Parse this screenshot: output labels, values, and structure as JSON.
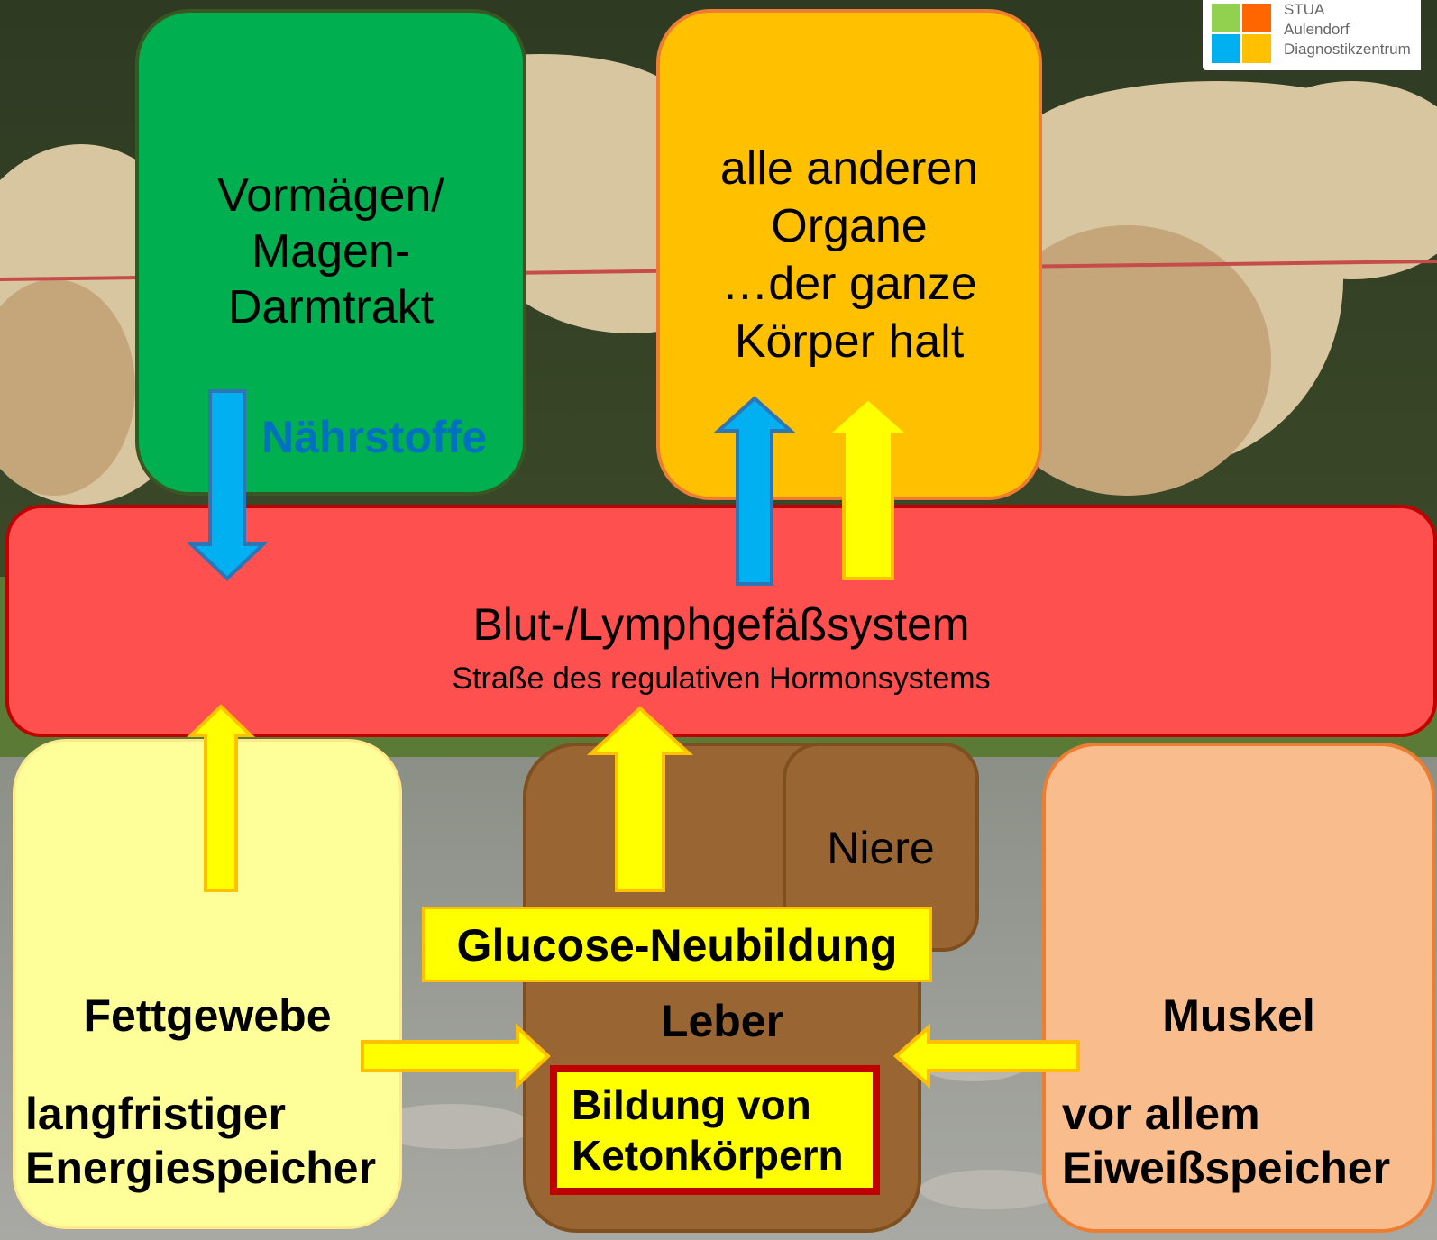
{
  "boxes": {
    "gut": {
      "label": "Vormägen/\nMagen-\nDarmtrakt",
      "color": "#00b050"
    },
    "organs": {
      "label": "alle anderen\nOrgane\n…der ganze\nKörper halt",
      "color": "#ffc000"
    },
    "blood": {
      "title": "Blut-/Lymphgefäßsystem",
      "subtitle": "Straße des regulativen Hormonsystems",
      "color": "#ff5050"
    },
    "fat": {
      "title": "Fettgewebe",
      "detail": "langfristiger\nEnergiespeicher",
      "color": "#ffff99"
    },
    "liver": {
      "title": "Leber",
      "color": "#996633"
    },
    "kidney": {
      "title": "Niere",
      "color": "#996633"
    },
    "muscle": {
      "title": "Muskel",
      "detail": "vor allem\nEiweißspeicher",
      "color": "#f9bc8c"
    }
  },
  "labels": {
    "nutrients": "Nährstoffe",
    "gluconeogenesis": "Glucose-Neubildung",
    "ketone": "Bildung von\nKetonkörpern"
  },
  "logo": {
    "line1": "STUA",
    "line2": "Aulendorf",
    "line3": "Diagnostikzentrum"
  },
  "colors": {
    "blue_arrow": "#00b0f0",
    "yellow_arrow": "#ffff00"
  }
}
